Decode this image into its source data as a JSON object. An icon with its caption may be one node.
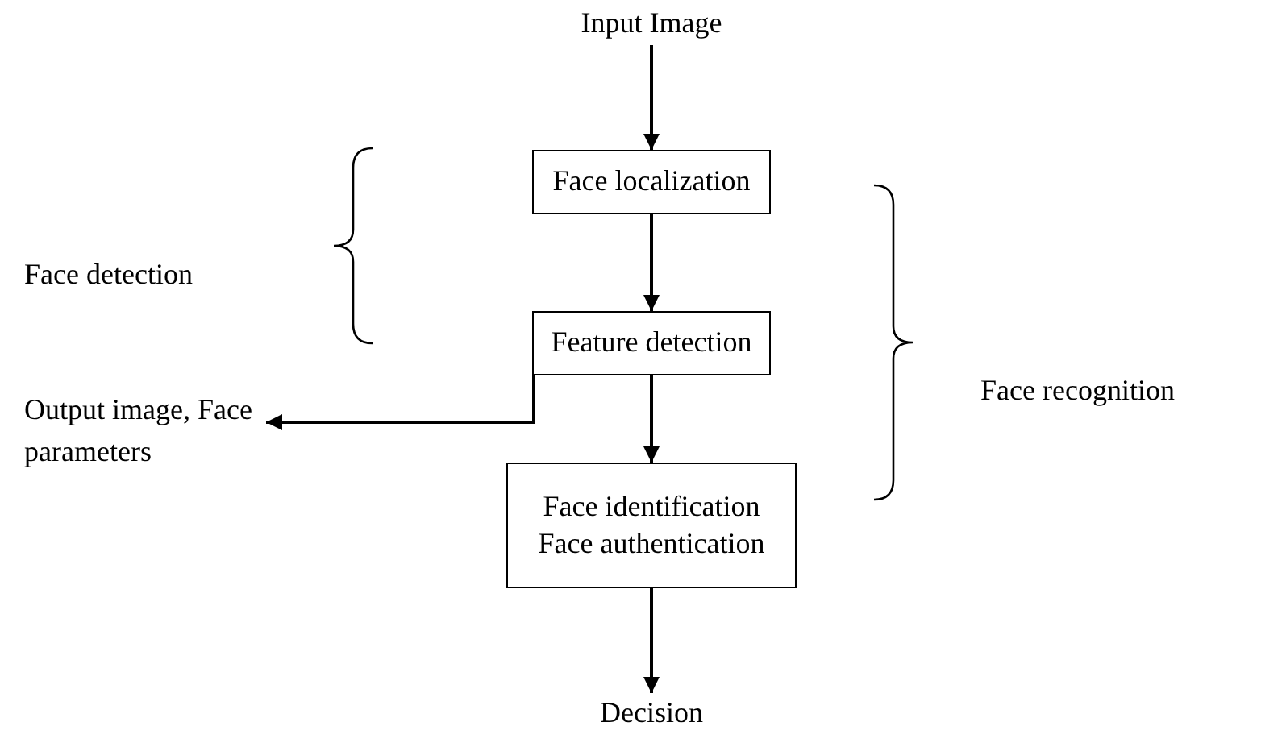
{
  "diagram": {
    "nodes": [
      {
        "text": [
          "Input Image"
        ]
      },
      {
        "text": [
          "Face localization"
        ]
      },
      {
        "text": [
          "Feature detection"
        ]
      },
      {
        "text": [
          "Face identification",
          "Face authentication"
        ]
      },
      {
        "text": [
          "Decision"
        ]
      },
      {
        "text": [
          "Output image, Face parameters"
        ]
      }
    ],
    "edges": [
      {
        "from": 0,
        "to": 1,
        "arrow": "to"
      },
      {
        "from": 1,
        "to": 2,
        "arrow": "to"
      },
      {
        "from": 2,
        "to": 3,
        "arrow": "to"
      },
      {
        "from": 3,
        "to": 4,
        "arrow": "to"
      },
      {
        "from": 2,
        "to": 5,
        "arrow": "to"
      }
    ],
    "labels": [
      "Face detection",
      "Face recognition"
    ]
  }
}
